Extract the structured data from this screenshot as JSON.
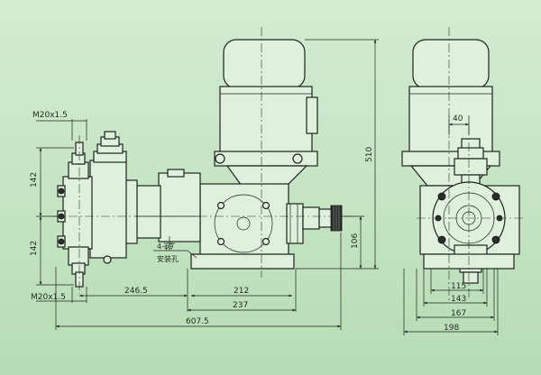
{
  "dimensions": {
    "thread_top": "M20x1.5",
    "thread_bottom": "M20x1.5",
    "upper_142": "142",
    "lower_142": "142",
    "d246_5": "246.5",
    "d212": "212",
    "d237": "237",
    "d607_5": "607.5",
    "d510": "510",
    "d106": "106",
    "d40": "40",
    "d115": "115",
    "d143": "143",
    "d167": "167",
    "d198": "198"
  },
  "annotation": {
    "hole_spec": "4-φ9",
    "hole_label": "安装孔"
  },
  "colors": {
    "background_top": "#d3ecd3",
    "background_bottom": "#b7dcb5",
    "line": "#1d241d"
  }
}
